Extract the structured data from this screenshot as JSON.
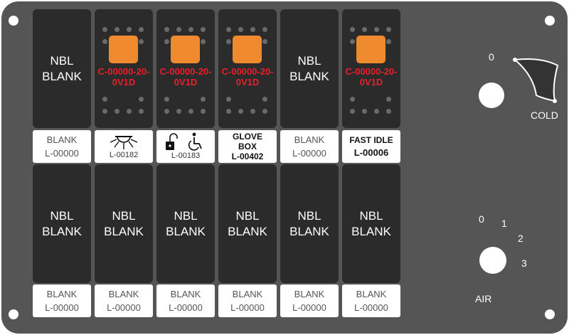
{
  "colors": {
    "panel": "#555555",
    "switch": "#2b2b2b",
    "led": "#f08a2e",
    "code_red": "#e8202a",
    "label_bg": "#ffffff"
  },
  "top_row": [
    {
      "type": "blank",
      "nbl": [
        "NBL",
        "BLANK"
      ],
      "label": {
        "line1": "BLANK",
        "line2": "L-00000"
      }
    },
    {
      "type": "led",
      "code": [
        "C-00000-20-",
        "0V1D"
      ],
      "label": {
        "icon": "sun-lamp-icon",
        "line2": "L-00182"
      }
    },
    {
      "type": "led",
      "code": [
        "C-00000-20-",
        "0V1D"
      ],
      "label": {
        "icon": "lock-wheelchair-icon",
        "line2": "L-00183"
      }
    },
    {
      "type": "led",
      "code": [
        "C-00000-20-",
        "0V1D"
      ],
      "label": {
        "bold": [
          "GLOVE",
          "BOX"
        ],
        "line2": "L-00402"
      }
    },
    {
      "type": "blank",
      "nbl": [
        "NBL",
        "BLANK"
      ],
      "label": {
        "line1": "BLANK",
        "line2": "L-00000"
      }
    },
    {
      "type": "led",
      "code": [
        "C-00000-20-",
        "0V1D"
      ],
      "label": {
        "bold": [
          "FAST IDLE"
        ],
        "line2": "L-00006"
      }
    }
  ],
  "bottom_row": [
    {
      "nbl": [
        "NBL",
        "BLANK"
      ],
      "label": {
        "line1": "BLANK",
        "line2": "L-00000"
      }
    },
    {
      "nbl": [
        "NBL",
        "BLANK"
      ],
      "label": {
        "line1": "BLANK",
        "line2": "L-00000"
      }
    },
    {
      "nbl": [
        "NBL",
        "BLANK"
      ],
      "label": {
        "line1": "BLANK",
        "line2": "L-00000"
      }
    },
    {
      "nbl": [
        "NBL",
        "BLANK"
      ],
      "label": {
        "line1": "BLANK",
        "line2": "L-00000"
      }
    },
    {
      "nbl": [
        "NBL",
        "BLANK"
      ],
      "label": {
        "line1": "BLANK",
        "line2": "L-00000"
      }
    },
    {
      "nbl": [
        "NBL",
        "BLANK"
      ],
      "label": {
        "line1": "BLANK",
        "line2": "L-00000"
      }
    }
  ],
  "temp_dial": {
    "zero": "0",
    "label": "COLD"
  },
  "air_dial": {
    "positions": [
      "0",
      "1",
      "2",
      "3"
    ],
    "label": "AIR"
  }
}
